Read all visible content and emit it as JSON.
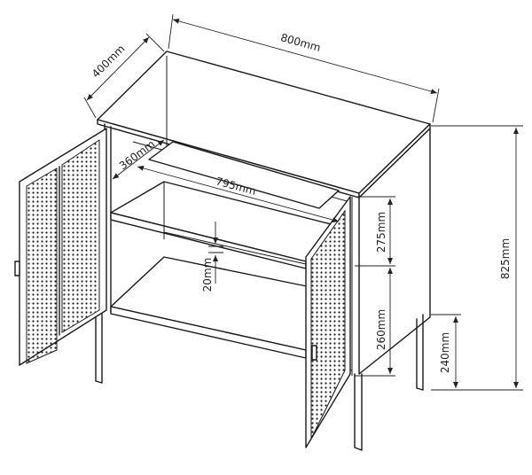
{
  "dimensions": {
    "overall_width": "800mm",
    "overall_depth": "400mm",
    "inner_depth": "360mm",
    "shelf_width": "795mm",
    "shelf_thickness": "20mm",
    "upper_compartment": "275mm",
    "lower_compartment": "260mm",
    "leg_height": "240mm",
    "overall_height": "825mm"
  },
  "colors": {
    "line": "#1a1a1a",
    "background": "#ffffff"
  }
}
